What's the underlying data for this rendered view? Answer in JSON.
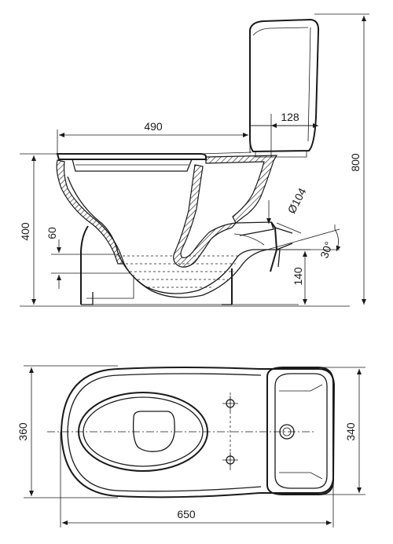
{
  "side_view": {
    "dim_bowl_length": "490",
    "dim_tank_offset": "128",
    "dim_total_height": "800",
    "dim_seat_height": "400",
    "dim_water_depth": "60",
    "dim_outlet_diameter": "Ø104",
    "dim_outlet_height": "140",
    "dim_outlet_angle": "30°"
  },
  "top_view": {
    "dim_bowl_width": "360",
    "dim_tank_width": "340",
    "dim_total_length": "650"
  }
}
